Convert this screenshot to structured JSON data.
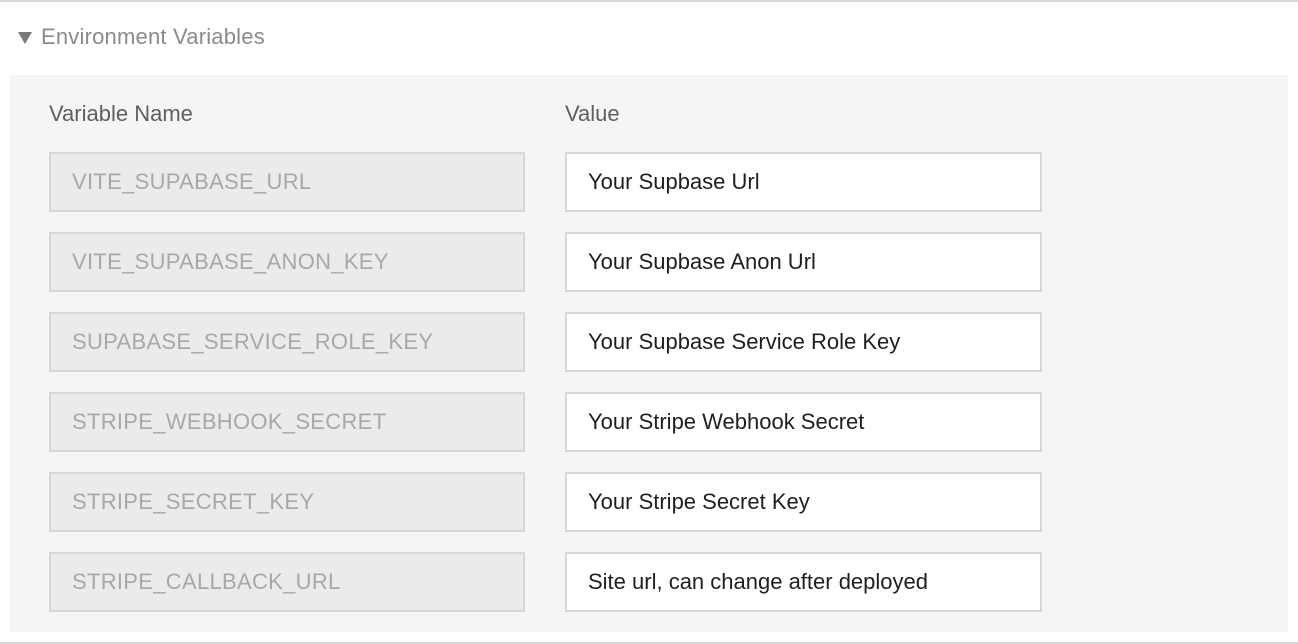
{
  "section": {
    "title": "Environment Variables",
    "expanded": true
  },
  "columns": {
    "name": "Variable Name",
    "value": "Value"
  },
  "variables": [
    {
      "name": "VITE_SUPABASE_URL",
      "value": "Your Supbase Url"
    },
    {
      "name": "VITE_SUPABASE_ANON_KEY",
      "value": "Your Supbase Anon Url"
    },
    {
      "name": "SUPABASE_SERVICE_ROLE_KEY",
      "value": "Your Supbase Service Role Key"
    },
    {
      "name": "STRIPE_WEBHOOK_SECRET",
      "value": "Your Stripe Webhook Secret"
    },
    {
      "name": "STRIPE_SECRET_KEY",
      "value": "Your Stripe Secret Key"
    },
    {
      "name": "STRIPE_CALLBACK_URL",
      "value": "Site url, can change after deployed"
    }
  ]
}
